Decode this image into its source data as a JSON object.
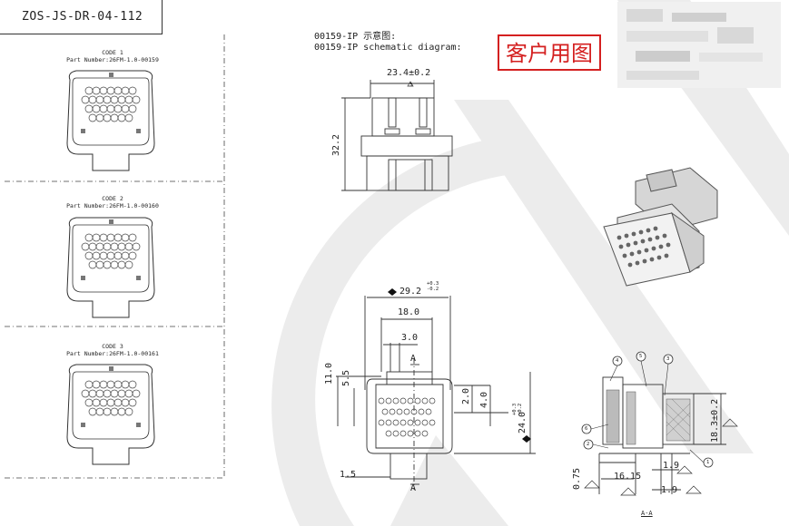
{
  "doc": {
    "title": "ZOS-JS-DR-04-112",
    "stamp": "客户用图"
  },
  "codes": [
    {
      "label": "CODE 1",
      "part": "Part Number:26FM-1.0-00159"
    },
    {
      "label": "CODE 2",
      "part": "Part Number:26FM-1.0-00160"
    },
    {
      "label": "CODE 3",
      "part": "Part Number:26FM-1.0-00161"
    }
  ],
  "schematic": {
    "line1": "00159-IP 示意图:",
    "line2": "00159-IP schematic diagram:"
  },
  "dims": {
    "width_top": "23.4±0.2",
    "height_side": "32.2",
    "width_front": "29.2",
    "width_front_tol": "+0.3\n-0.2",
    "inner_18": "18.0",
    "pitch_3": "3.0",
    "h_11": "11.0",
    "h_5_5": "5.5",
    "d_2": "2.0",
    "d_4": "4.0",
    "h_24": "24.0",
    "h_24_tol": "+0.3\n-0.2",
    "d_1_5": "1.5",
    "sec_a_top": "A",
    "sec_a_bottom": "A",
    "sec_18_3": "18.3±0.2",
    "sec_16_15": "16.15",
    "sec_0_75": "0.75",
    "sec_1_9a": "1.9",
    "sec_1_9b": "1.9",
    "section_label": "A-A"
  },
  "balloons": [
    "1",
    "2",
    "3",
    "4",
    "5",
    "6"
  ],
  "note_mark": "3"
}
